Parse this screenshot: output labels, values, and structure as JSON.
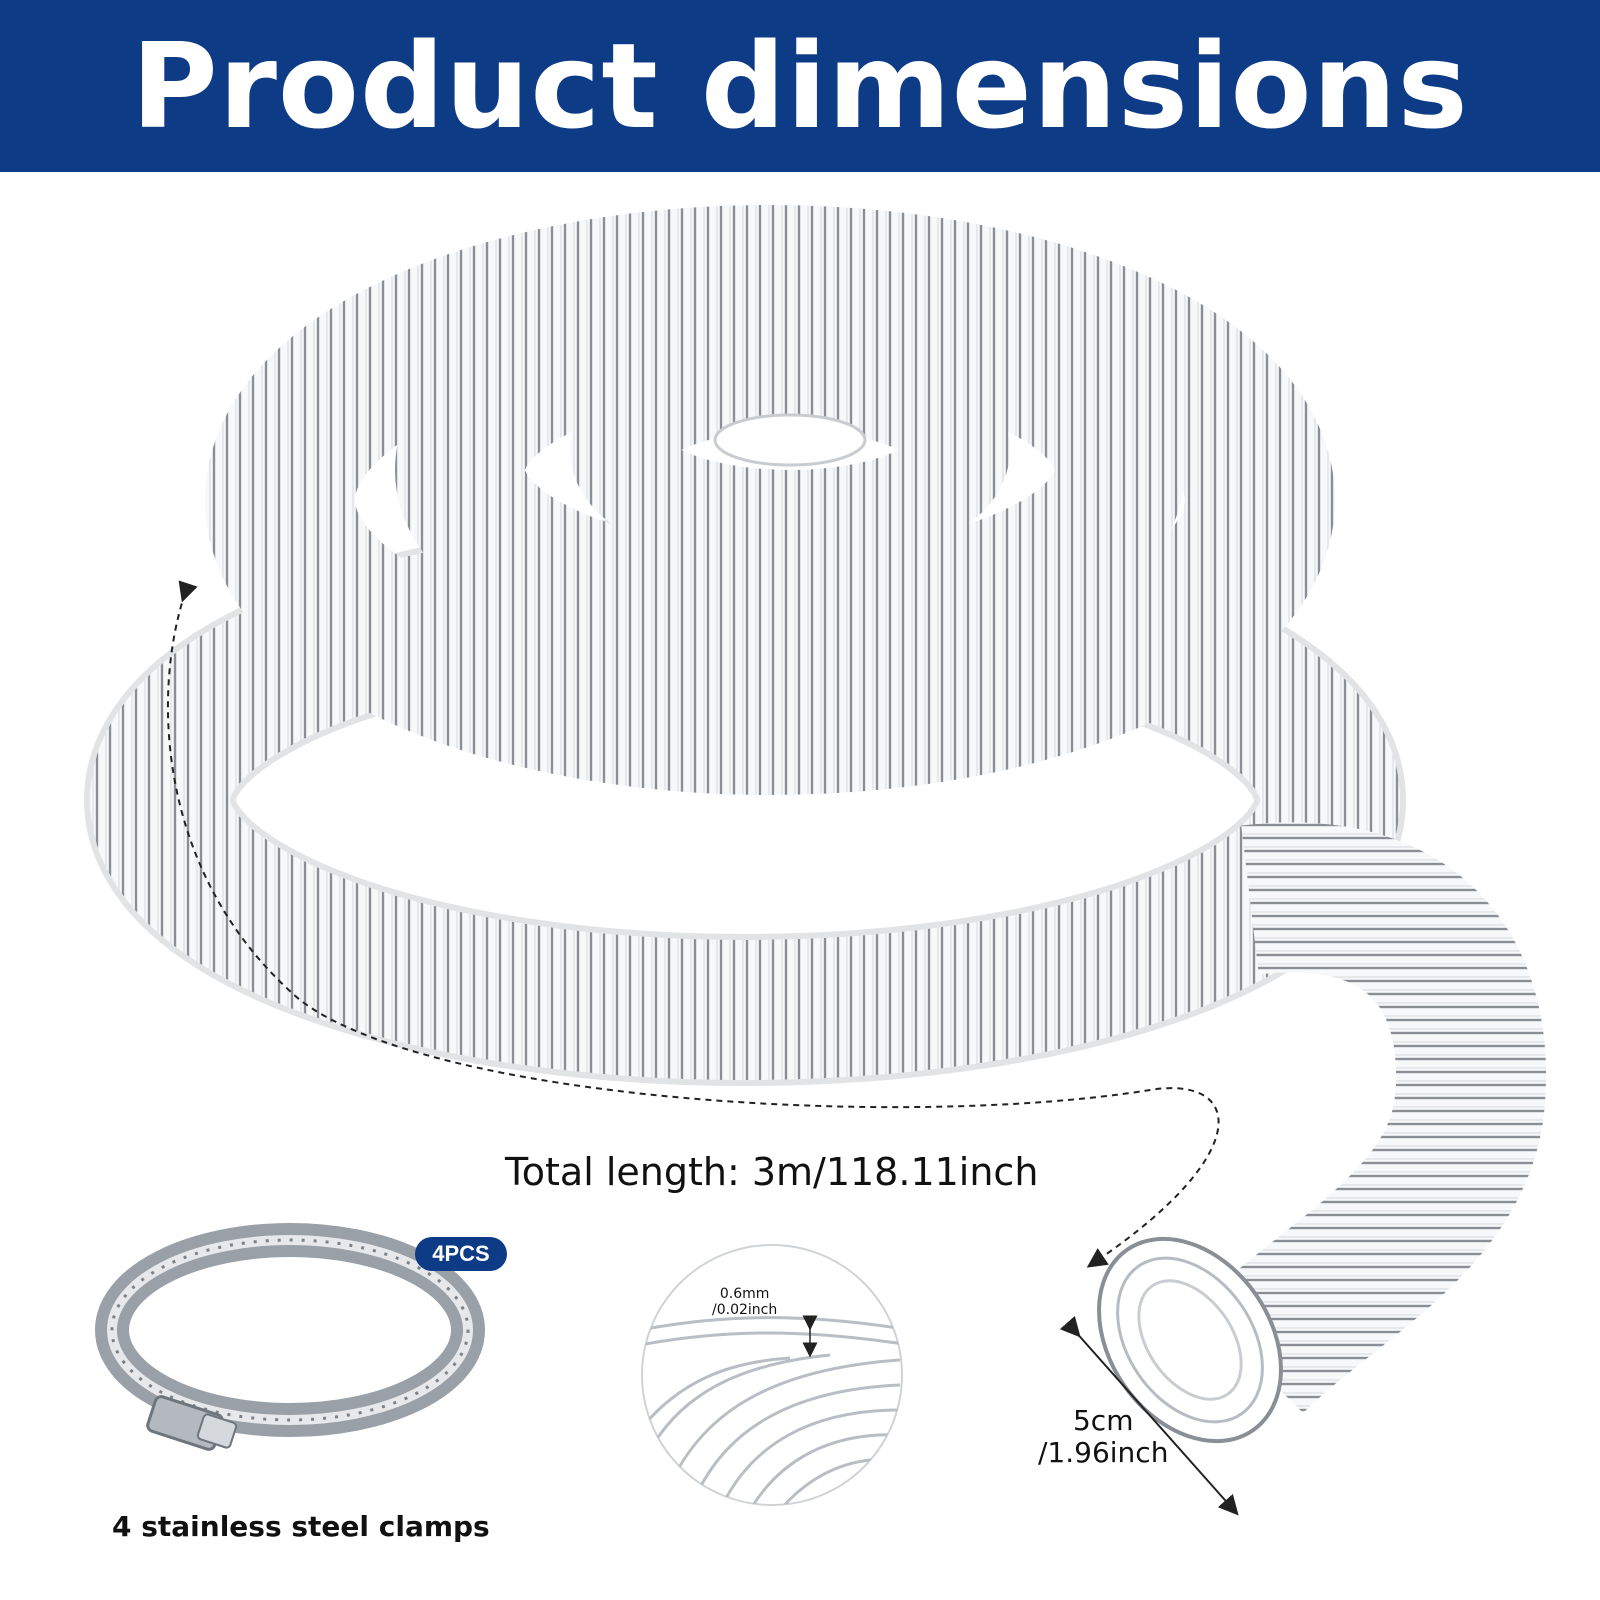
{
  "header": {
    "title": "Product dimensions"
  },
  "colors": {
    "banner": "#0d3b86",
    "text": "#111111",
    "wire": "#8a8f96"
  },
  "dimensions": {
    "total_length": "Total length: 3m/118.11inch",
    "diameter_cm": "5cm",
    "diameter_inch": "/1.96inch",
    "wall_mm": "0.6mm",
    "wall_inch": "/0.02inch"
  },
  "accessory": {
    "badge": "4PCS",
    "caption": "4 stainless steel clamps"
  }
}
